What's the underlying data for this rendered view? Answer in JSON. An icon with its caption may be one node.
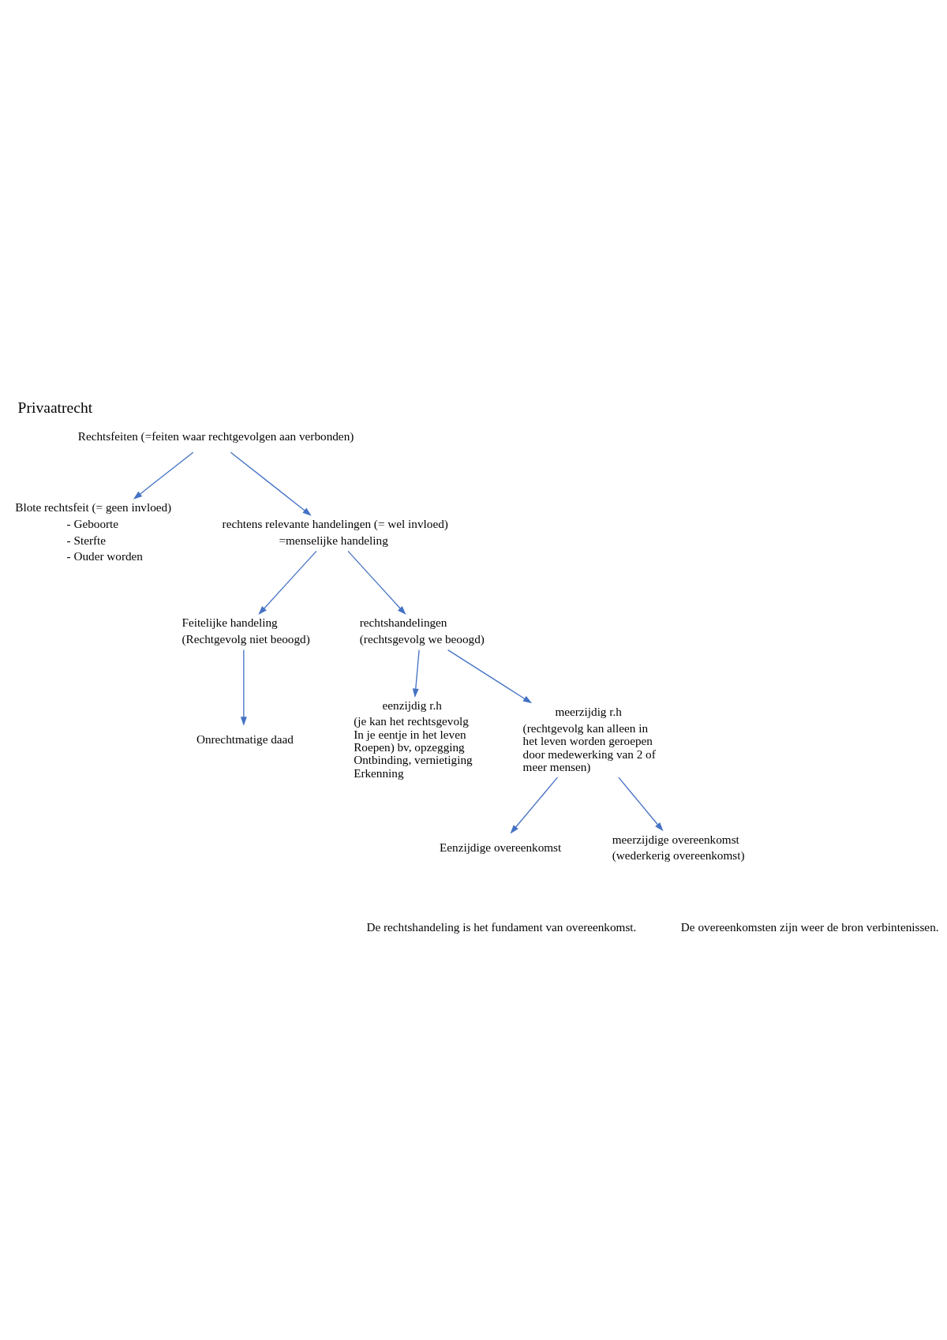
{
  "diagram": {
    "title": "Privaatrecht",
    "nodes": [
      {
        "text": [
          "Rechtsfeiten (=feiten waar rechtgevolgen aan verbonden)"
        ]
      },
      {
        "text": [
          "Blote rechtsfeit (= geen invloed)",
          "- Geboorte",
          "- Sterfte",
          "- Ouder worden"
        ]
      },
      {
        "text": [
          "rechtens relevante handelingen (= wel invloed)",
          "=menselijke handeling"
        ]
      },
      {
        "text": [
          "Feitelijke handeling",
          "(Rechtgevolg niet beoogd)"
        ]
      },
      {
        "text": [
          "rechtshandelingen",
          "(rechtsgevolg we beoogd)"
        ]
      },
      {
        "text": [
          "Onrechtmatige daad"
        ]
      },
      {
        "text": [
          "eenzijdig r.h",
          "(je kan het rechtsgevolg In je eentje in het leven Roepen) bv, opzegging Ontbinding, vernietiging Erkenning"
        ]
      },
      {
        "text": [
          "meerzijdig r.h",
          "(rechtgevolg kan alleen in het leven worden geroepen door medewerking van 2 of meer mensen)"
        ]
      },
      {
        "text": [
          "Eenzijdige overeenkomst"
        ]
      },
      {
        "text": [
          "meerzijdige overeenkomst",
          "(wederkerig overeenkomst)"
        ]
      }
    ],
    "edges": [
      {
        "from": 0,
        "to": 1,
        "arrow": "to"
      },
      {
        "from": 0,
        "to": 2,
        "arrow": "to"
      },
      {
        "from": 2,
        "to": 3,
        "arrow": "to"
      },
      {
        "from": 2,
        "to": 4,
        "arrow": "to"
      },
      {
        "from": 3,
        "to": 5,
        "arrow": "to"
      },
      {
        "from": 4,
        "to": 6,
        "arrow": "to"
      },
      {
        "from": 4,
        "to": 7,
        "arrow": "to"
      },
      {
        "from": 7,
        "to": 8,
        "arrow": "to"
      },
      {
        "from": 7,
        "to": 9,
        "arrow": "to"
      }
    ],
    "labels": [
      "De rechtshandeling is het fundament van overeenkomst.",
      "De overeenkomsten zijn weer de bron verbintenissen."
    ]
  }
}
